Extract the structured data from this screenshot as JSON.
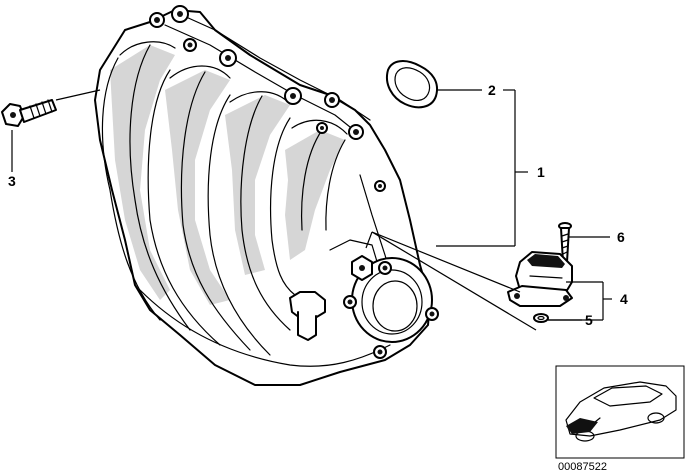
{
  "callouts": {
    "c1": "1",
    "c2": "2",
    "c3": "3",
    "c4": "4",
    "c5": "5",
    "c6": "6"
  },
  "reference_number": "00087522",
  "icons": {
    "manifold": "intake-manifold-icon",
    "gasket": "gasket-ring-icon",
    "bolt": "hex-bolt-icon",
    "screw": "screw-icon",
    "sensor": "sensor-housing-icon",
    "oring": "o-ring-icon",
    "car": "car-outline-icon"
  }
}
